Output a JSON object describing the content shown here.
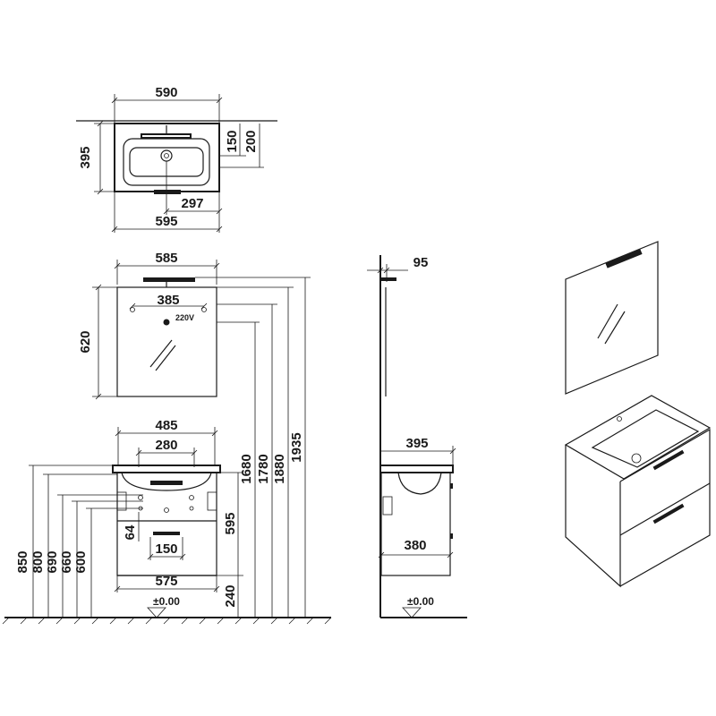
{
  "top_view": {
    "width_top": "590",
    "depth": "395",
    "d150": "150",
    "d200": "200",
    "d297": "297",
    "width_bottom": "595"
  },
  "mirror_front": {
    "width": "585",
    "height": "620",
    "hole_span": "385",
    "power_label": "220V"
  },
  "cabinet_front": {
    "basin_width": "485",
    "tap_span": "280",
    "cabinet_width": "575",
    "d150": "150",
    "d64": "64",
    "height_595": "595",
    "height_240": "240",
    "h850": "850",
    "h800": "800",
    "h690": "690",
    "h660": "660",
    "h600": "600",
    "h1680": "1680",
    "h1780": "1780",
    "h1880": "1880",
    "h1935": "1935",
    "floor_label": "±0.00"
  },
  "side_view": {
    "mirror_offset": "95",
    "depth_top": "395",
    "depth_cabinet": "380",
    "floor_label": "±0.00"
  }
}
